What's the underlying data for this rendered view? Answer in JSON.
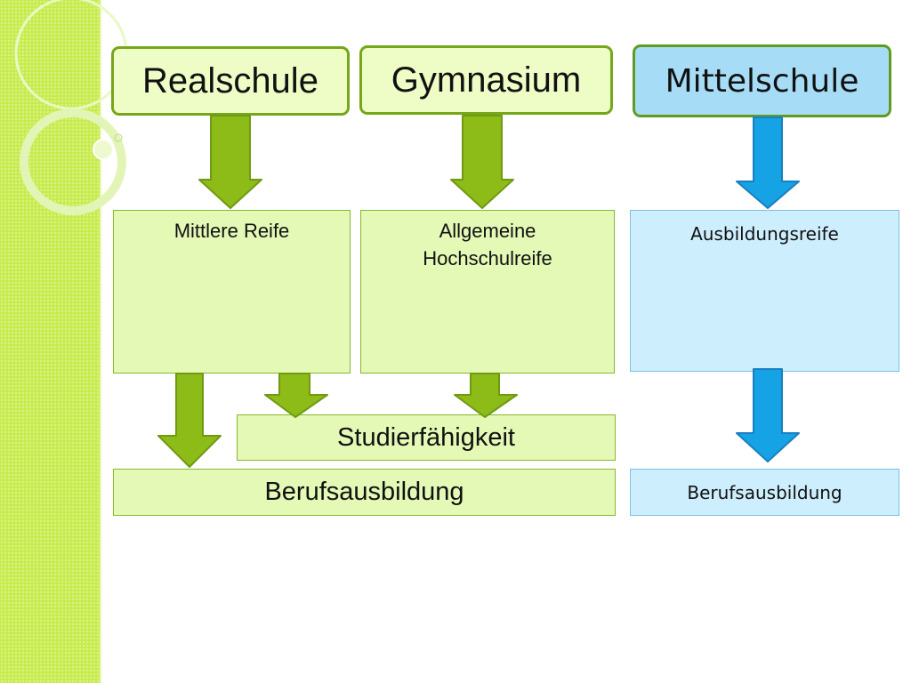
{
  "colors": {
    "green_accent": "#8dbb18",
    "blue_accent": "#15a3e6",
    "sidebar": "#c7ec4e"
  },
  "tracks": {
    "realschule": "Realschule",
    "gymnasium": "Gymnasium",
    "mittelschule": "Mittelschule"
  },
  "qualifications": {
    "mittlere_reife": "Mittlere Reife",
    "hochschulreife_line1": "Allgemeine",
    "hochschulreife_line2": "Hochschulreife",
    "ausbildungsreife": "Ausbildungsreife"
  },
  "outcomes": {
    "studierfaehigkeit": "Studierfähigkeit",
    "berufsausbildung_green": "Berufsausbildung",
    "berufsausbildung_blue": "Berufsausbildung"
  }
}
